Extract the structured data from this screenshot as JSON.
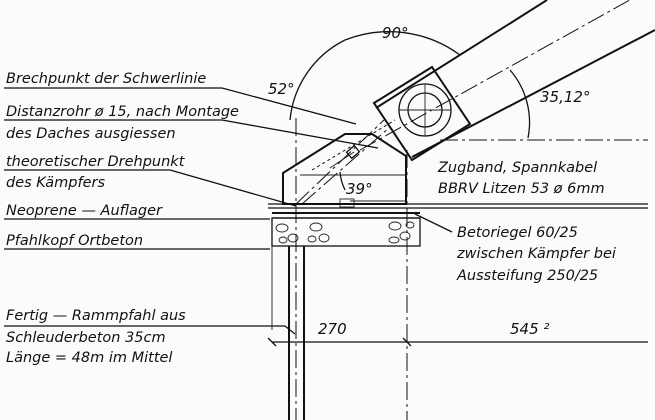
{
  "labels": {
    "brechpunkt": "Brechpunkt der Schwerlinie",
    "distanzrohr_1": "Distanzrohr ø 15, nach Montage",
    "distanzrohr_2": "des Daches ausgiessen",
    "drehpunkt_1": "theoretischer Drehpunkt",
    "drehpunkt_2": "des Kämpfers",
    "neoprene": "Neoprene — Auflager",
    "pfahlkopf": "Pfahlkopf Ortbeton",
    "zugband_1": "Zugband, Spannkabel",
    "zugband_2": "BBRV Litzen 53 ø 6mm",
    "betoriegel_1": "Betoriegel 60/25",
    "betoriegel_2": "zwischen Kämpfer bei",
    "betoriegel_3": "Aussteifung 250/25",
    "rammpfahl_1": "Fertig — Rammpfahl aus",
    "rammpfahl_2": "Schleuderbeton      35cm",
    "rammpfahl_3": "Länge = 48m im Mittel"
  },
  "angles": {
    "a90": "90°",
    "a52": "52°",
    "a3512": "35,12°",
    "a39": "39°"
  },
  "dimensions": {
    "d270": "270",
    "d545": "545 ²"
  }
}
